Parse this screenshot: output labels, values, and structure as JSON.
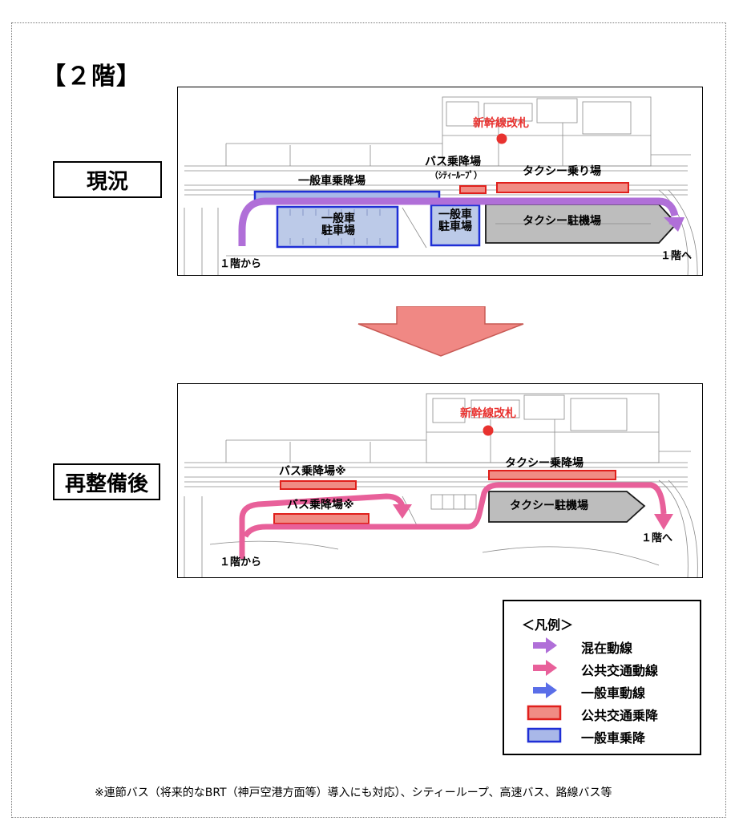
{
  "floor_title": "【２階】",
  "states": {
    "current": "現況",
    "after": "再整備後"
  },
  "current_map": {
    "shinkansen_gate": "新幹線改札",
    "general_car_boarding": "一般車乗降場",
    "bus_stop": "バス乗降場",
    "bus_stop_sub": "（ｼﾃｨｰﾙｰﾌﾟ）",
    "taxi_boarding": "タクシー乗り場",
    "general_parking_1": "一般車",
    "general_parking_2": "駐車場",
    "general_parking_small_1": "一般車",
    "general_parking_small_2": "駐車場",
    "taxi_pool": "タクシー駐機場",
    "from_1f": "１階から",
    "to_1f": "１階へ"
  },
  "after_map": {
    "shinkansen_gate": "新幹線改札",
    "bus_stop_upper": "バス乗降場※",
    "bus_stop_lower": "バス乗降場※",
    "taxi_boarding": "タクシー乗降場",
    "taxi_pool": "タクシー駐機場",
    "from_1f": "１階から",
    "to_1f": "１階へ"
  },
  "legend": {
    "title": "＜凡例＞",
    "items": [
      {
        "label": "混在動線",
        "kind": "arrow",
        "color": "#b06fd8"
      },
      {
        "label": "公共交通動線",
        "kind": "arrow",
        "color": "#e8609a"
      },
      {
        "label": "一般車動線",
        "kind": "arrow",
        "color": "#5a6ee8"
      },
      {
        "label": "公共交通乗降",
        "kind": "box",
        "fill": "#f08c84",
        "stroke": "#e0201c"
      },
      {
        "label": "一般車乗降",
        "kind": "box",
        "fill": "#a9b8e8",
        "stroke": "#1f2fd6"
      }
    ]
  },
  "colors": {
    "mixed": "#b06fd8",
    "public": "#e8609a",
    "general": "#5a6ee8",
    "red_fill": "#f08c84",
    "red_stroke": "#e0201c",
    "blue_fill": "#a9b8e8",
    "blue_stroke": "#1f2fd6",
    "down_arrow": "#f08884"
  },
  "footnote": "※連節バス（将来的なBRT（神戸空港方面等）導入にも対応）、シティーループ、高速バス、路線バス等"
}
